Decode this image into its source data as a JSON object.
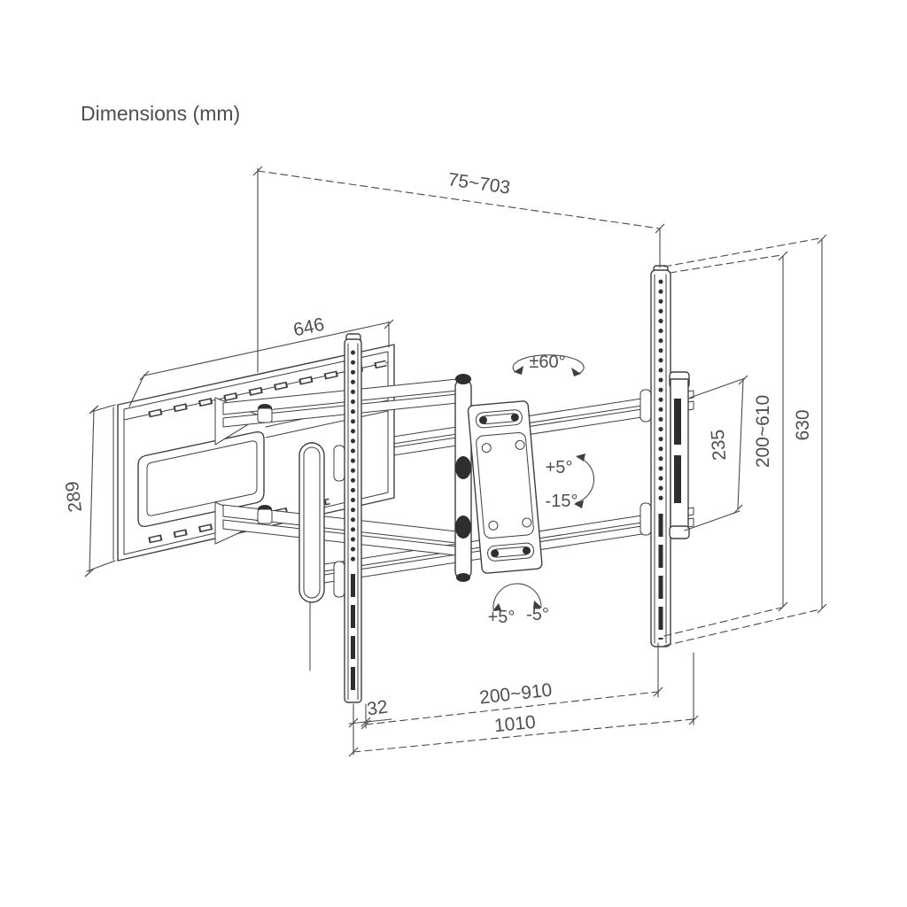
{
  "title": "Dimensions (mm)",
  "units": "mm",
  "colors": {
    "line": "#3f3f3f",
    "label": "#4f4f4f",
    "background": "#ffffff"
  },
  "labels": {
    "extension_range": "75~703",
    "wall_plate_width": "646",
    "wall_plate_height": "289",
    "rail_upper_section": "235",
    "vesa_vertical_range": "200~610",
    "rail_height": "630",
    "rail_thickness": "32",
    "rail_spacing_range": "200~910",
    "crossbar_length": "1010",
    "swivel_range": "±60°",
    "tilt_up": "+5°",
    "tilt_down": "-15°",
    "level_left": "+5°",
    "level_right": "-5°"
  }
}
